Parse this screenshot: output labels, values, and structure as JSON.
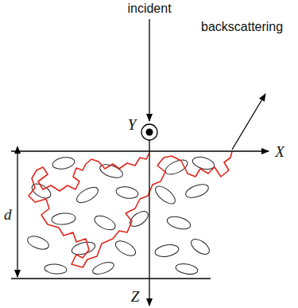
{
  "diagram": {
    "labels": [
      "incident",
      "backscattering",
      "Y",
      "X",
      "d",
      "Z"
    ]
  }
}
